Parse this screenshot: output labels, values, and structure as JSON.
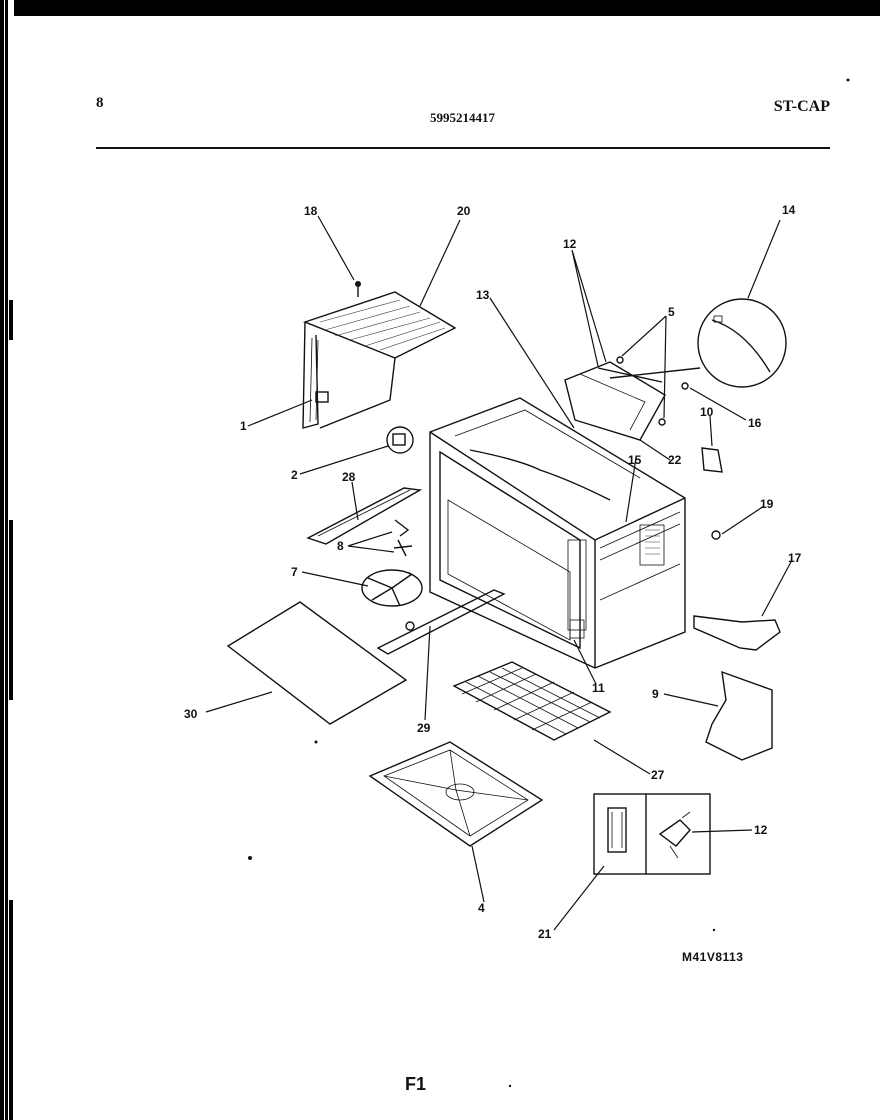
{
  "header": {
    "page_number": "8",
    "document_number": "5995214417",
    "section_code": "ST-CAP"
  },
  "footer": {
    "model_code": "M41V8113",
    "figure_label": "F1"
  },
  "callouts": [
    {
      "id": "c18",
      "label": "18"
    },
    {
      "id": "c20",
      "label": "20"
    },
    {
      "id": "c1",
      "label": "1"
    },
    {
      "id": "c2",
      "label": "2"
    },
    {
      "id": "c28",
      "label": "28"
    },
    {
      "id": "c8",
      "label": "8"
    },
    {
      "id": "c7",
      "label": "7"
    },
    {
      "id": "c30",
      "label": "30"
    },
    {
      "id": "c29",
      "label": "29"
    },
    {
      "id": "c4",
      "label": "4"
    },
    {
      "id": "c27",
      "label": "27"
    },
    {
      "id": "c11",
      "label": "11"
    },
    {
      "id": "c13",
      "label": "13"
    },
    {
      "id": "c12a",
      "label": "12"
    },
    {
      "id": "c5",
      "label": "5"
    },
    {
      "id": "c14",
      "label": "14"
    },
    {
      "id": "c16",
      "label": "16"
    },
    {
      "id": "c10",
      "label": "10"
    },
    {
      "id": "c15",
      "label": "15"
    },
    {
      "id": "c22",
      "label": "22"
    },
    {
      "id": "c19",
      "label": "19"
    },
    {
      "id": "c17",
      "label": "17"
    },
    {
      "id": "c9",
      "label": "9"
    },
    {
      "id": "c12b",
      "label": "12"
    },
    {
      "id": "c21",
      "label": "21"
    }
  ]
}
